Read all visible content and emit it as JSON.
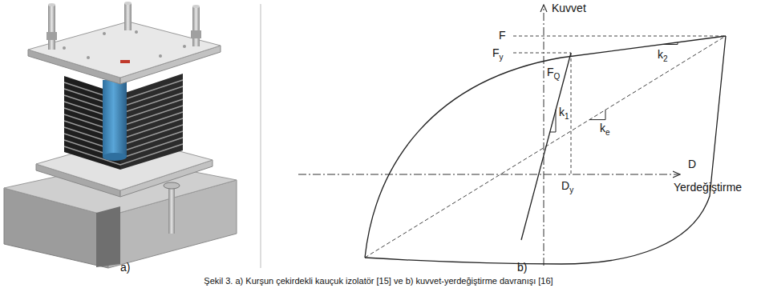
{
  "diagram": {
    "caption": "Şekil 3. a) Kurşun çekirdekli kauçuk izolatör [15] ve b) kuvvet-yerdeğiştirme davranışı [16]",
    "labels": [
      "Kuvvet",
      "F",
      "Fy",
      "FQ",
      "k1",
      "k2",
      "ke",
      "Dy",
      "D",
      "Yerdeğiştirme",
      "a)",
      "b)"
    ]
  }
}
